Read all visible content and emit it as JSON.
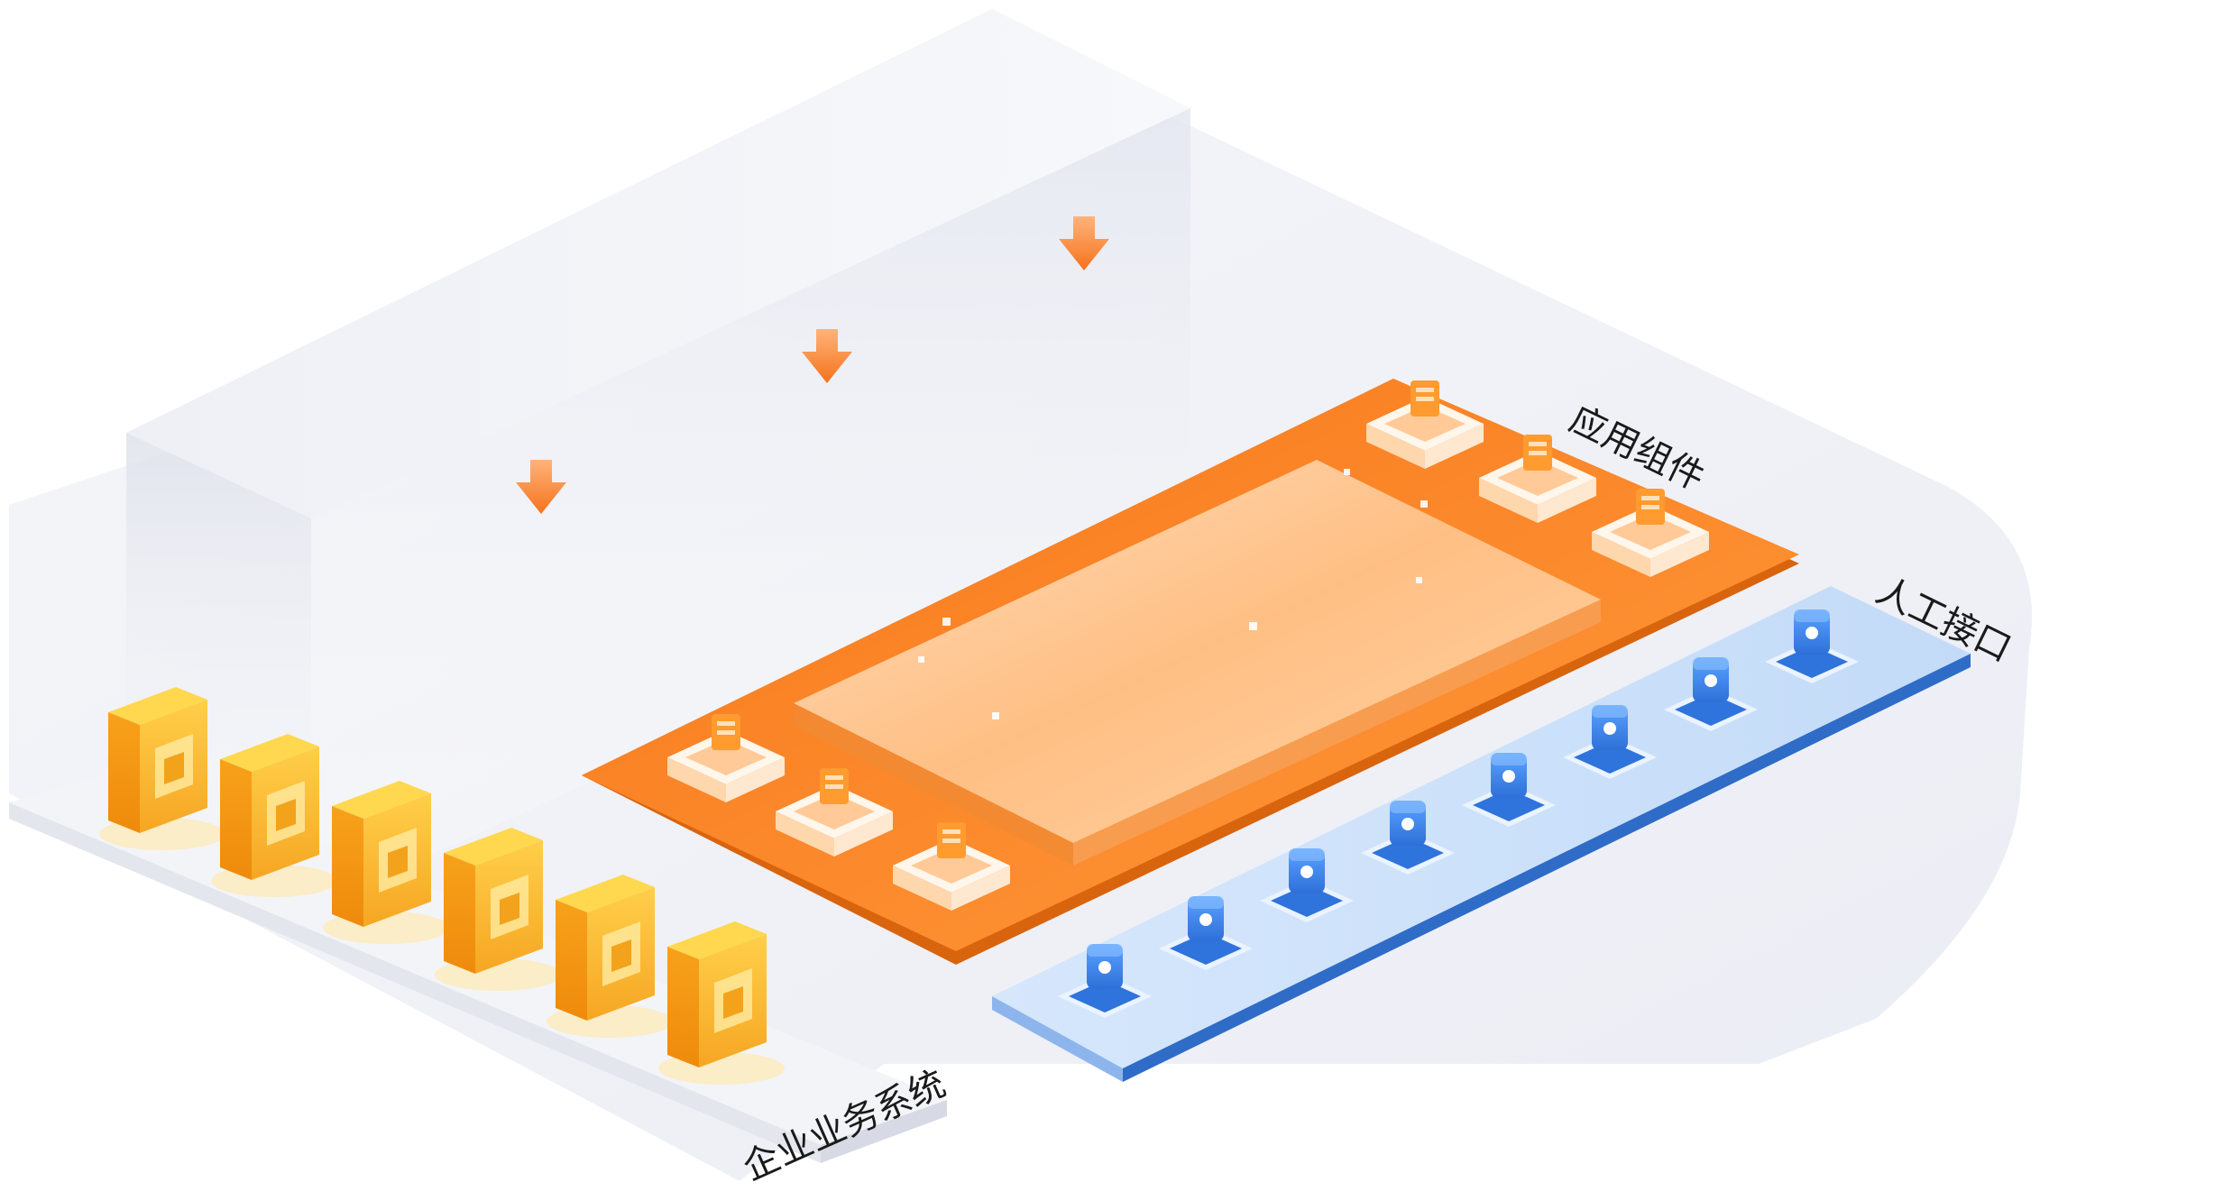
{
  "labels": {
    "app_components": "应用组件",
    "manual_interface": "人工接口",
    "enterprise_systems": "企业业务系统"
  },
  "colors": {
    "orange_main": "#f5821f",
    "orange_light": "#ffb15c",
    "blue_main": "#3d7fe0",
    "blue_light": "#cfe2fb",
    "gray_panel": "#eef0f6"
  },
  "app_component_icons": [
    "document-icon",
    "basket-icon",
    "person-icon",
    "chart-bar-icon",
    "cube-icon",
    "chat-icon"
  ],
  "manual_interface_icons": [
    "id-card-icon",
    "lightning-icon",
    "message-dots-icon",
    "download-icon",
    "play-icon",
    "bookmark-icon",
    "image-icon",
    "headset-icon"
  ],
  "enterprise_system_icons": [
    "truck-icon",
    "folder-icon",
    "invoice-icon",
    "picture-icon",
    "form-icon",
    "user-card-icon"
  ]
}
